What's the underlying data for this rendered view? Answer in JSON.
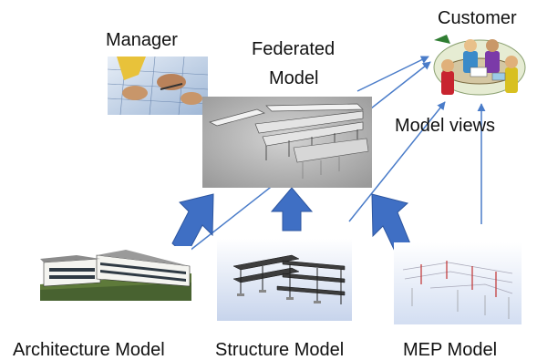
{
  "labels": {
    "customer": "Customer",
    "manager": "Manager",
    "federated_line1": "Federated",
    "federated_line2": "Model",
    "model_views": "Model views",
    "architecture": "Architecture Model",
    "structure": "Structure Model",
    "mep": "MEP Model"
  },
  "colors": {
    "arrow_fill": "#3f6fc4",
    "connector_line": "#4a7cc9",
    "text": "#111111"
  }
}
